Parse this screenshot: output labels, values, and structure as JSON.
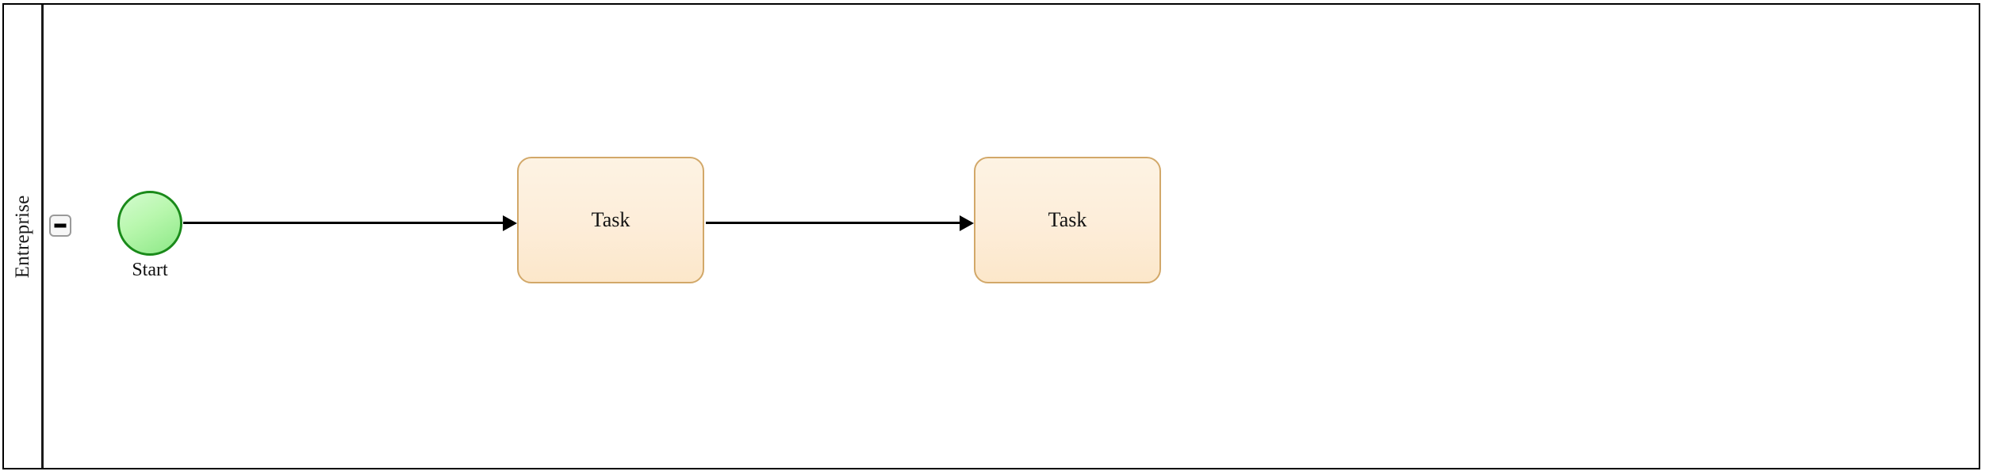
{
  "diagram": {
    "type": "bpmn-process",
    "pool": {
      "lane_label": "Entreprise",
      "collapse_toggle": {
        "icon": "minus-icon",
        "state": "expanded"
      }
    },
    "nodes": [
      {
        "id": "start-event",
        "type": "start-event",
        "label": "Start",
        "shape": "circle",
        "fill": "#b8f7ad",
        "stroke": "#1a8a1a"
      },
      {
        "id": "task-1",
        "type": "task",
        "label": "Task",
        "shape": "rounded-rectangle",
        "fill": "#fdedd9",
        "stroke": "#d2a869"
      },
      {
        "id": "task-2",
        "type": "task",
        "label": "Task",
        "shape": "rounded-rectangle",
        "fill": "#fdedd9",
        "stroke": "#d2a869"
      }
    ],
    "flows": [
      {
        "id": "flow-1",
        "type": "sequence-flow",
        "from": "start-event",
        "to": "task-1",
        "stroke": "#000000"
      },
      {
        "id": "flow-2",
        "type": "sequence-flow",
        "from": "task-1",
        "to": "task-2",
        "stroke": "#000000"
      }
    ]
  },
  "colors": {
    "canvas_background": "#ffffff",
    "pool_border": "#000000",
    "lane_divider": "#1a1a1a",
    "text": "#111111"
  }
}
